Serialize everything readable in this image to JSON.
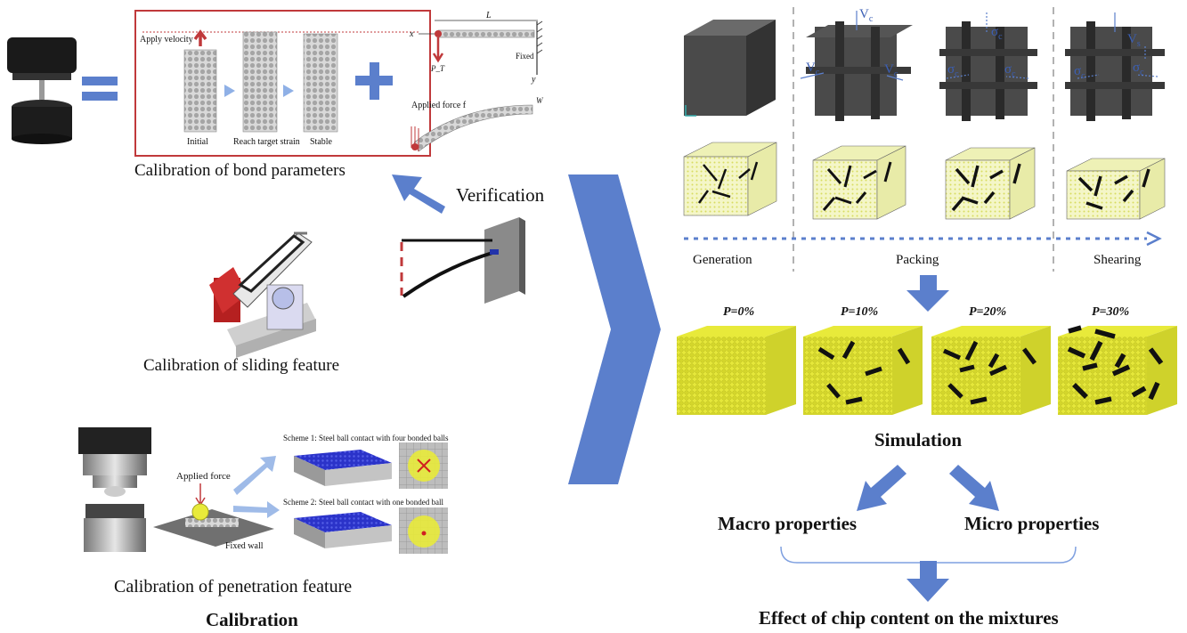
{
  "colors": {
    "arrow_blue": "#5b7fcc",
    "frame_red": "#c0393b",
    "yellow_particles": "#e8ea3a",
    "dark_gray": "#444444",
    "dashed_gray": "#888888"
  },
  "left": {
    "bond": {
      "apply_velocity": "Apply velocity",
      "stages": [
        "Initial",
        "Reach target strain",
        "Stable"
      ],
      "beam_L": "L",
      "beam_x": "x",
      "beam_y": "y",
      "beam_fixed": "Fixed",
      "beam_force": "P_T",
      "applied_force_f": "Applied force f",
      "width_w": "W",
      "caption": "Calibration of bond parameters"
    },
    "verification": "Verification",
    "sliding_caption": "Calibration of sliding feature",
    "penetration": {
      "applied_force": "Applied force",
      "fixed_wall": "Fixed wall",
      "scheme1": "Scheme 1: Steel ball contact with four bonded balls",
      "scheme2": "Scheme 2: Steel ball contact with one bonded ball",
      "caption": "Calibration of penetration feature"
    },
    "section_title": "Calibration"
  },
  "right": {
    "phases": [
      "Generation",
      "Packing",
      "Shearing"
    ],
    "wall_labels": {
      "vc": "V",
      "vc_sub": "c",
      "sigma": "σ",
      "sigma_sub": "c",
      "vs_sub": "s"
    },
    "contents": [
      "P=0%",
      "P=10%",
      "P=20%",
      "P=30%"
    ],
    "simulation": "Simulation",
    "macro": "Macro properties",
    "micro": "Micro properties",
    "effect": "Effect of chip content on the mixtures"
  }
}
